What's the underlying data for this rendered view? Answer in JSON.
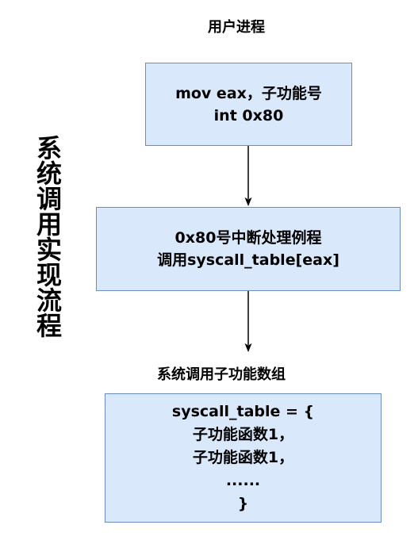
{
  "side_title": "系统调用实现流程",
  "user_process_label": "用户进程",
  "user_box": {
    "line1": "mov eax，子功能号",
    "line2": "int 0x80"
  },
  "interrupt_box": {
    "line1": "0x80号中断处理例程",
    "line2": "调用syscall_table[eax]"
  },
  "syscall_array_label": "系统调用子功能数组",
  "table_box": {
    "line1": "syscall_table = {",
    "line2": "子功能函数1，",
    "line3": "子功能函数1，",
    "line4": "......",
    "line5": "}"
  },
  "colors": {
    "box_fill": "#dae8fc",
    "box_border": "#6c8ebf",
    "arrow": "#000000"
  }
}
